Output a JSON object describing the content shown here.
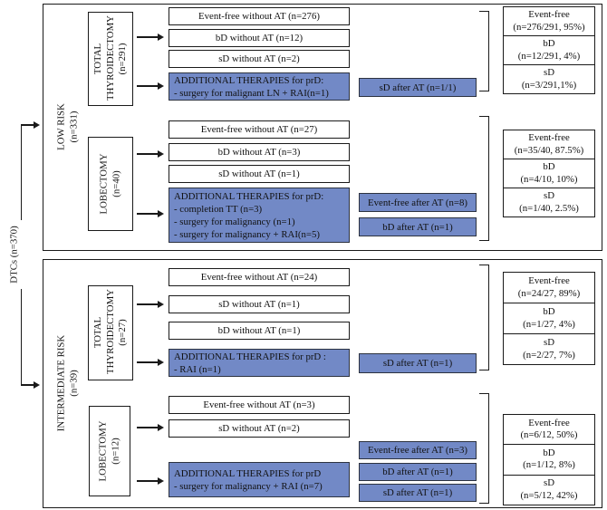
{
  "colors": {
    "blue_fill": "#7289c6",
    "blue_border": "#2d3340",
    "line": "#1a1a1a"
  },
  "root": {
    "label": "DTCs (n=370)"
  },
  "low_risk": {
    "label": "LOW RISK",
    "n": "(n=331)",
    "tt": {
      "label": "TOTAL THYROIDECTOMY",
      "n": "(n=291)",
      "rows": [
        "Event-free without AT (n=276)",
        "bD without AT (n=12)",
        "sD without AT (n=2)"
      ],
      "additional": {
        "title": "ADDITIONAL THERAPIES for prD:",
        "items": [
          "- surgery for malignant LN + RAI(n=1)"
        ]
      },
      "after": [
        "sD after AT (n=1/1)"
      ],
      "summary": [
        {
          "line1": "Event-free",
          "line2": "(n=276/291, 95%)"
        },
        {
          "line1": "bD",
          "line2": "(n=12/291, 4%)"
        },
        {
          "line1": "sD",
          "line2": "(n=3/291,1%)"
        }
      ]
    },
    "lob": {
      "label": "LOBECTOMY",
      "n": "(n=40)",
      "rows": [
        "Event-free without AT (n=27)",
        "bD without AT (n=3)",
        "sD without AT (n=1)"
      ],
      "additional": {
        "title": "ADDITIONAL THERAPIES for prD:",
        "items": [
          "- completion TT (n=3)",
          "- surgery for malignancy (n=1)",
          "- surgery for malignancy + RAI(n=5)"
        ]
      },
      "after": [
        "Event-free after AT (n=8)",
        "bD after AT (n=1)"
      ],
      "summary": [
        {
          "line1": "Event-free",
          "line2": "(n=35/40, 87.5%)"
        },
        {
          "line1": "bD",
          "line2": "(n=4/10, 10%)"
        },
        {
          "line1": "sD",
          "line2": "(n=1/40, 2.5%)"
        }
      ]
    }
  },
  "intermediate_risk": {
    "label": "INTERMEDIATE RISK",
    "n": "(n=39)",
    "tt": {
      "label": "TOTAL THYROIDECTOMY",
      "n": "(n=27)",
      "rows": [
        "Event-free without AT (n=24)",
        "sD without AT (n=1)",
        "bD without AT (n=1)"
      ],
      "additional": {
        "title": "ADDITIONAL THERAPIES for prD :",
        "items": [
          "- RAI (n=1)"
        ]
      },
      "after": [
        "sD after AT (n=1)"
      ],
      "summary": [
        {
          "line1": "Event-free",
          "line2": "(n=24/27, 89%)"
        },
        {
          "line1": "bD",
          "line2": "(n=1/27, 4%)"
        },
        {
          "line1": "sD",
          "line2": "(n=2/27, 7%)"
        }
      ]
    },
    "lob": {
      "label": "LOBECTOMY",
      "n": "(n=12)",
      "rows": [
        "Event-free without AT (n=3)",
        "sD without AT (n=2)"
      ],
      "additional": {
        "title": "ADDITIONAL THERAPIES for prD",
        "items": [
          "- surgery for malignancy + RAI (n=7)"
        ]
      },
      "after": [
        "Event-free after AT (n=3)",
        "bD after AT (n=1)",
        "sD after AT (n=1)"
      ],
      "summary": [
        {
          "line1": "Event-free",
          "line2": "(n=6/12, 50%)"
        },
        {
          "line1": "bD",
          "line2": "(n=1/12, 8%)"
        },
        {
          "line1": "sD",
          "line2": "(n=5/12, 42%)"
        }
      ]
    }
  }
}
